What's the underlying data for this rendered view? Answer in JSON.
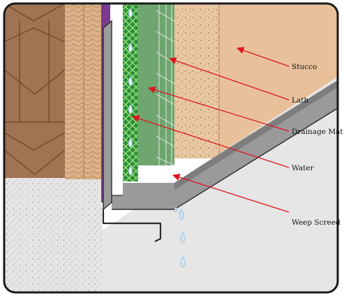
{
  "labels": {
    "stucco": "Stucco",
    "lath": "Lath",
    "drainage_mat": "Drainage Mat",
    "water": "Water",
    "weep_screed": "Weep Screed"
  },
  "colors": {
    "frame": "#1a1a1a",
    "background": "#ffffff",
    "stud": "#a07352",
    "sheathing": "#dcb38a",
    "wrb": "#7a3b8e",
    "drainage_mat": "#2c8f3a",
    "mat_mesh": "#9be07a",
    "lath_board": "#6fa56f",
    "stucco_scratch": "#e9c7a3",
    "stucco_finish": "#e8c19b",
    "foundation": "#e6e6e6",
    "flashing": "#9a9a9a",
    "water_drop": "#cfe6f7",
    "arrow": "#e0141e"
  },
  "icons": [
    "water-drop-icon",
    "arrow-icon"
  ]
}
